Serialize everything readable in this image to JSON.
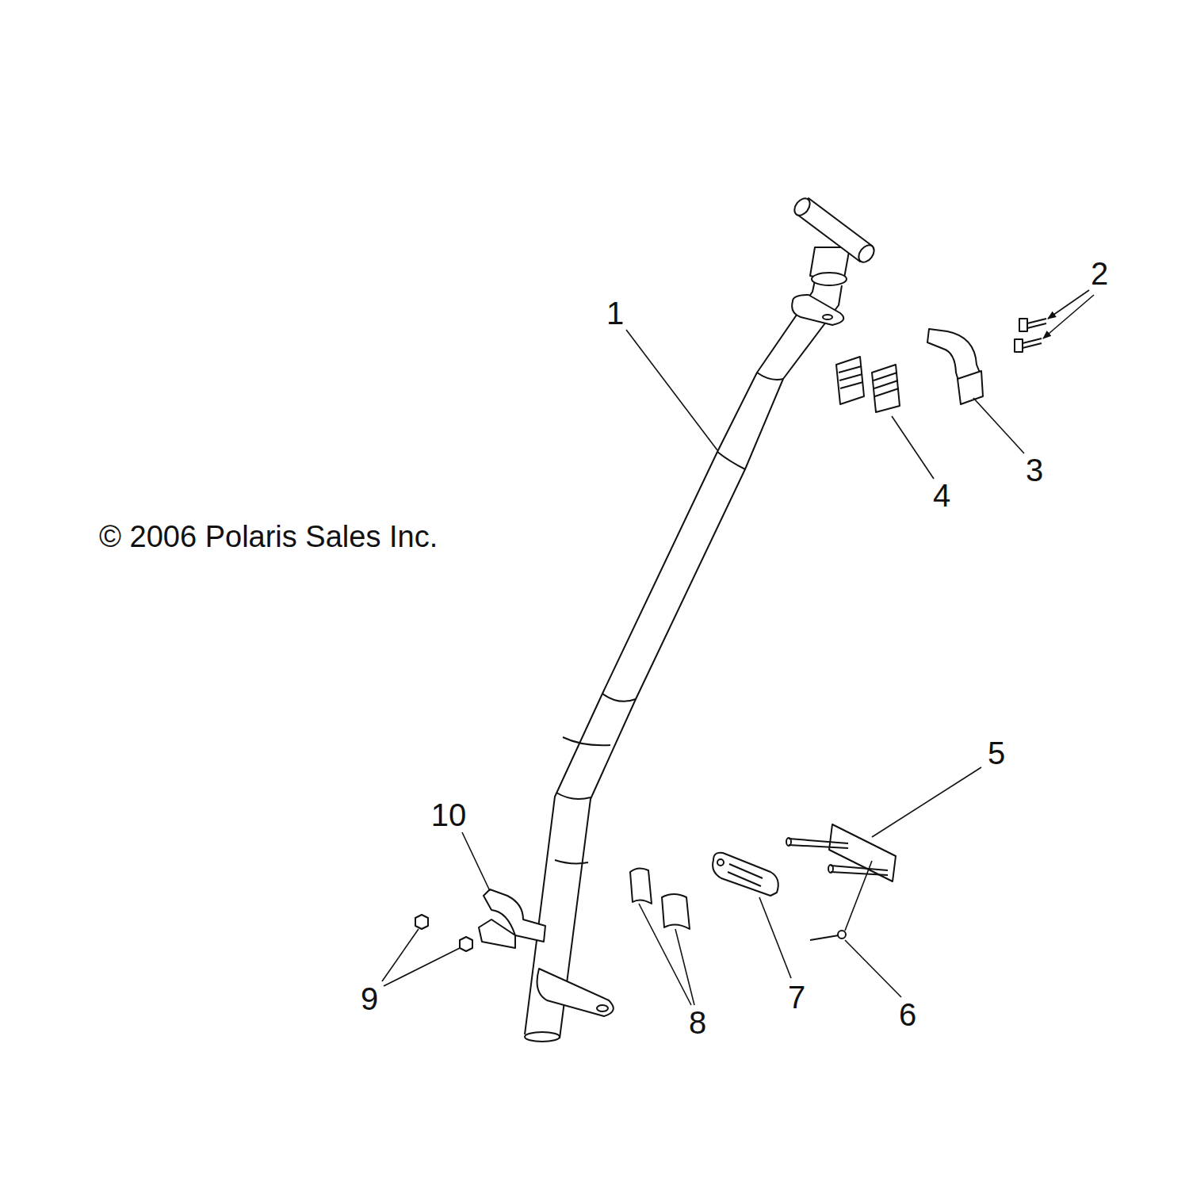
{
  "diagram": {
    "labels": [
      "1",
      "2",
      "3",
      "4",
      "© 2006 Polaris Sales Inc.",
      "5",
      "6",
      "7",
      "8",
      "9",
      "10"
    ]
  }
}
